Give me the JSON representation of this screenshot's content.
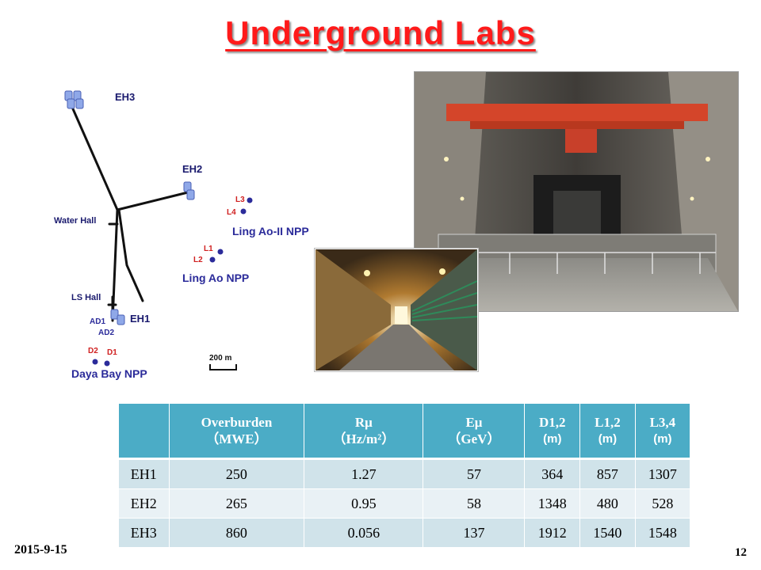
{
  "slide": {
    "title": "Underground Labs",
    "date": "2015-9-15",
    "page_number": "12"
  },
  "map": {
    "labels": {
      "eh3": "EH3",
      "eh2": "EH2",
      "eh1": "EH1",
      "water_hall": "Water Hall",
      "ls_hall": "LS Hall",
      "ad1": "AD1",
      "ad2": "AD2",
      "l3": "L3",
      "l4": "L4",
      "l1": "L1",
      "l2": "L2",
      "d1": "D1",
      "d2": "D2",
      "ling_ao_ii": "Ling Ao-II NPP",
      "ling_ao": "Ling Ao NPP",
      "daya_bay": "Daya Bay NPP",
      "scale": "200 m"
    },
    "colors": {
      "text": "#1a1a6e",
      "npp": "#2b2b9a",
      "detector": "#8fa8e8",
      "tunnel": "#111111"
    }
  },
  "table": {
    "headers": [
      {
        "top": "",
        "bottom": ""
      },
      {
        "top": "Overburden",
        "bottom": "（MWE）",
        "serif": true
      },
      {
        "top": "Rμ",
        "bottom": "（Hz/m²）",
        "serif": true
      },
      {
        "top": "Eμ",
        "bottom": "（GeV）",
        "serif": true
      },
      {
        "top": "D1,2",
        "bottom": "(m)"
      },
      {
        "top": "L1,2",
        "bottom": "(m)"
      },
      {
        "top": "L3,4",
        "bottom": "(m)"
      }
    ],
    "rows": [
      [
        "EH1",
        "250",
        "1.27",
        "57",
        "364",
        "857",
        "1307"
      ],
      [
        "EH2",
        "265",
        "0.95",
        "58",
        "1348",
        "480",
        "528"
      ],
      [
        "EH3",
        "860",
        "0.056",
        "137",
        "1912",
        "1540",
        "1548"
      ]
    ],
    "colors": {
      "header": "#4bacc6",
      "row_odd": "#d0e3ea",
      "row_even": "#e9f1f5"
    }
  }
}
